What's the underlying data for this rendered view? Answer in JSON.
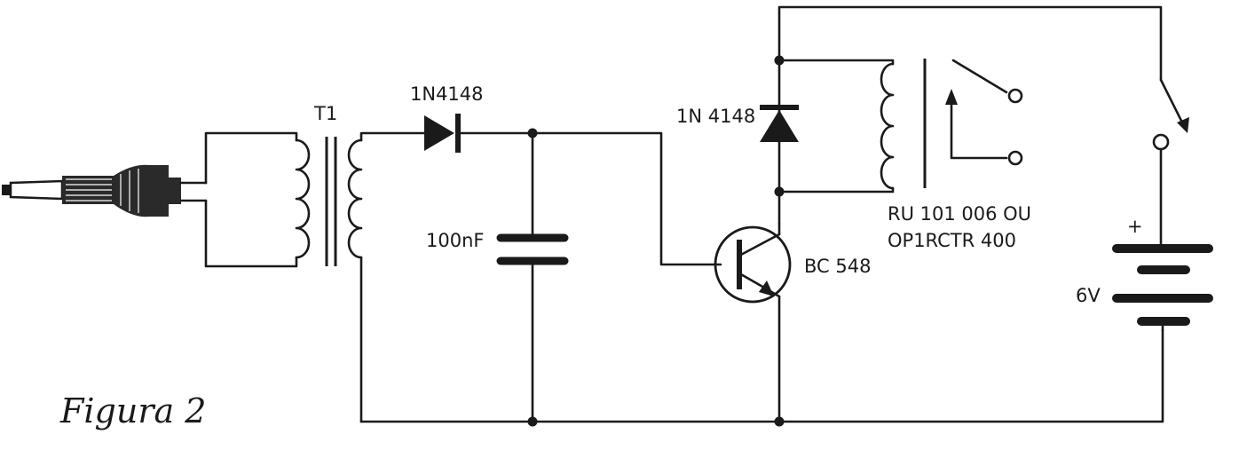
{
  "figure": {
    "caption": "Figura 2"
  },
  "components": {
    "transformer": {
      "label": "T1"
    },
    "rectifier_diode": {
      "label": "1N4148"
    },
    "capacitor": {
      "label": "100nF"
    },
    "flyback_diode": {
      "label": "1N 4148"
    },
    "transistor": {
      "label": "BC 548"
    },
    "relay": {
      "label_line1": "RU 101 006 OU",
      "label_line2": "OP1RCTR 400"
    },
    "battery": {
      "plus": "+",
      "voltage": "6V"
    }
  }
}
